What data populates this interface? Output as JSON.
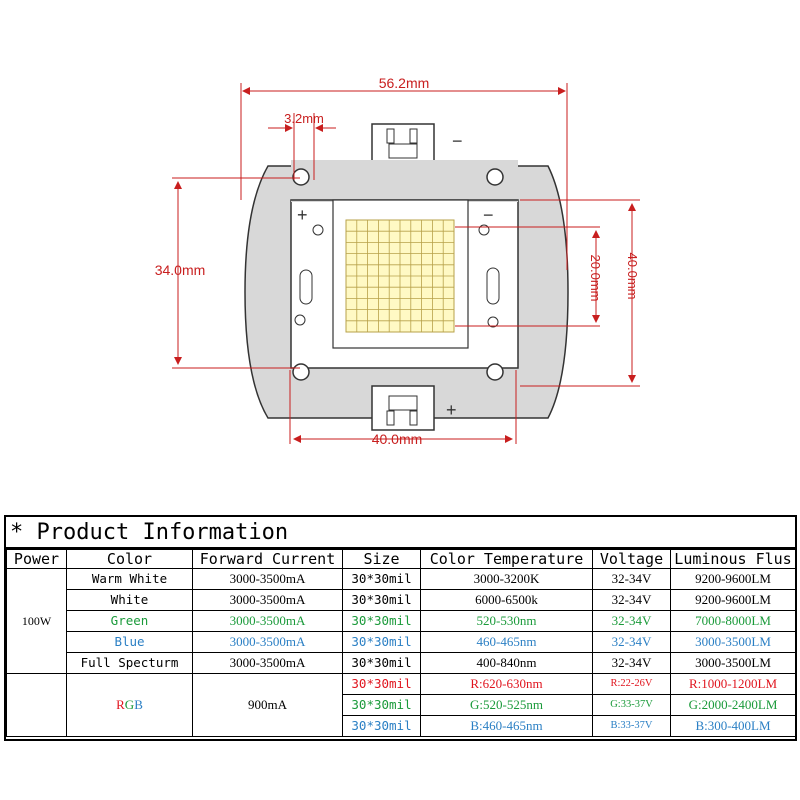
{
  "diagram": {
    "dim_width": "56.2mm",
    "dim_hole": "3.2mm",
    "dim_height_left": "34.0mm",
    "dim_height_right": "40.0mm",
    "dim_chip": "20.0mm",
    "dim_base": "40.0mm",
    "sign_top": "−",
    "sign_bottom": "+",
    "sign_left": "+",
    "sign_right": "−",
    "colors": {
      "dimension": "#c81e1e",
      "board": "#d8d8d8",
      "outline": "#333333",
      "led": "#fff9c4",
      "led_grid": "#b7a14a"
    }
  },
  "table": {
    "title": "* Product Information",
    "headers": [
      "Power",
      "Color",
      "Forward Current",
      "Size",
      "Color Temperature",
      "Voltage",
      "Luminous Flus"
    ],
    "power": "100W",
    "rows": [
      {
        "color": "Warm White",
        "current": "3000-3500mA",
        "size": "30*30mil",
        "temp": "3000-3200K",
        "voltage": "32-34V",
        "flux": "9200-9600LM",
        "text_color": "#000000"
      },
      {
        "color": "White",
        "current": "3000-3500mA",
        "size": "30*30mil",
        "temp": "6000-6500k",
        "voltage": "32-34V",
        "flux": "9200-9600LM",
        "text_color": "#000000"
      },
      {
        "color": "Green",
        "current": "3000-3500mA",
        "size": "30*30mil",
        "temp": "520-530nm",
        "voltage": "32-34V",
        "flux": "7000-8000LM",
        "text_color": "#1a9a3a"
      },
      {
        "color": "Blue",
        "current": "3000-3500mA",
        "size": "30*30mil",
        "temp": "460-465nm",
        "voltage": "32-34V",
        "flux": "3000-3500LM",
        "text_color": "#2a7fc4"
      },
      {
        "color": "Full Specturm",
        "current": "3000-3500mA",
        "size": "30*30mil",
        "temp": "400-840nm",
        "voltage": "32-34V",
        "flux": "3000-3500LM",
        "text_color": "#000000"
      }
    ],
    "rgb": {
      "color_r": "R",
      "color_g": "G",
      "color_b": "B",
      "current": "900mA",
      "sub": [
        {
          "size": "30*30mil",
          "temp": "R:620-630nm",
          "voltage": "R:22-26V",
          "flux": "R:1000-1200LM",
          "text_color": "#e0141e"
        },
        {
          "size": "30*30mil",
          "temp": "G:520-525nm",
          "voltage": "G:33-37V",
          "flux": "G:2000-2400LM",
          "text_color": "#1a9a3a"
        },
        {
          "size": "30*30mil",
          "temp": "B:460-465nm",
          "voltage": "B:33-37V",
          "flux": "B:300-400LM",
          "text_color": "#2a7fc4"
        }
      ]
    }
  }
}
